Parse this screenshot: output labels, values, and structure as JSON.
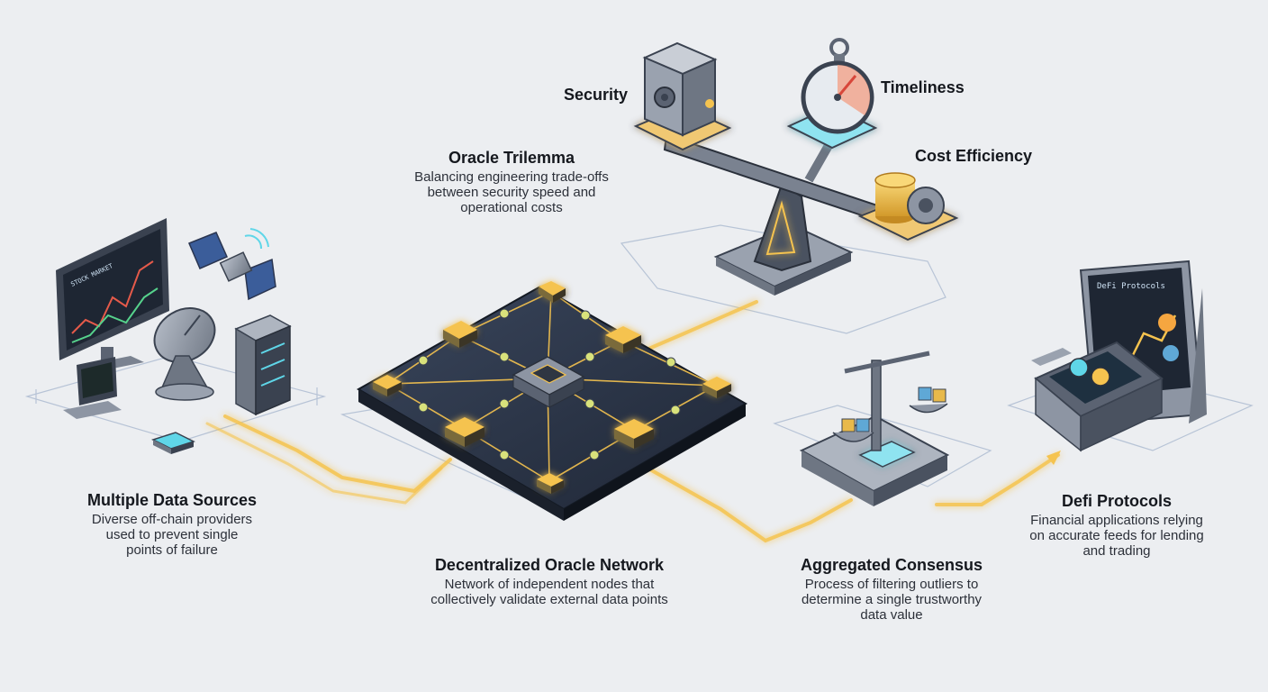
{
  "trilemma": {
    "title": "Oracle Trilemma",
    "desc": [
      "Balancing engineering trade-offs",
      "between security speed and",
      "operational costs"
    ],
    "security_label": "Security",
    "timeliness_label": "Timeliness",
    "cost_label": "Cost Efficiency"
  },
  "sources": {
    "title": "Multiple Data Sources",
    "desc": [
      "Diverse off-chain providers",
      "used to prevent single",
      "points of failure"
    ],
    "monitor_caption": "STOCK MARKET"
  },
  "network": {
    "title": "Decentralized Oracle Network",
    "desc": [
      "Network of independent nodes that",
      "collectively validate external data points"
    ]
  },
  "consensus": {
    "title": "Aggregated Consensus",
    "desc": [
      "Process of filtering outliers to",
      "determine a single trustworthy",
      "data value"
    ]
  },
  "defi": {
    "title": "Defi Protocols",
    "desc": [
      "Financial applications relying",
      "on accurate feeds for lending",
      "and trading"
    ],
    "screen_caption": "DeFi Protocols"
  },
  "colors": {
    "glow": "#f5c34f",
    "cyan": "#5fd6e8",
    "board": "#2c3648",
    "metal": "#8d95a3",
    "outline": "#3a4250"
  }
}
